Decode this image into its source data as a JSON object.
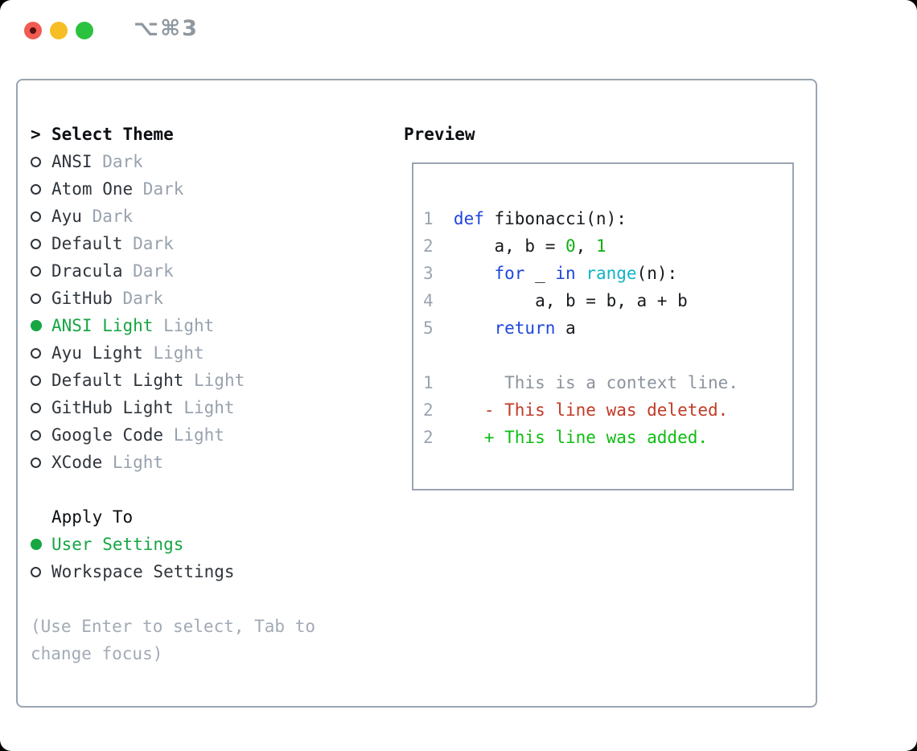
{
  "window": {
    "shortcut": "⌥⌘3"
  },
  "theme_picker": {
    "header_prefix": ">",
    "header": "Select Theme",
    "themes": [
      {
        "name": "ANSI",
        "variant": "Dark",
        "selected": false
      },
      {
        "name": "Atom One",
        "variant": "Dark",
        "selected": false
      },
      {
        "name": "Ayu",
        "variant": "Dark",
        "selected": false
      },
      {
        "name": "Default",
        "variant": "Dark",
        "selected": false
      },
      {
        "name": "Dracula",
        "variant": "Dark",
        "selected": false
      },
      {
        "name": "GitHub",
        "variant": "Dark",
        "selected": false
      },
      {
        "name": "ANSI Light",
        "variant": "Light",
        "selected": true
      },
      {
        "name": "Ayu Light",
        "variant": "Light",
        "selected": false
      },
      {
        "name": "Default Light",
        "variant": "Light",
        "selected": false
      },
      {
        "name": "GitHub Light",
        "variant": "Light",
        "selected": false
      },
      {
        "name": "Google Code",
        "variant": "Light",
        "selected": false
      },
      {
        "name": "XCode",
        "variant": "Light",
        "selected": false
      }
    ],
    "apply_to": {
      "header": "Apply To",
      "options": [
        {
          "name": "User Settings",
          "selected": true
        },
        {
          "name": "Workspace Settings",
          "selected": false
        }
      ]
    },
    "hint": "(Use Enter to select, Tab to change focus)"
  },
  "preview": {
    "title": "Preview",
    "lines": [
      {
        "num": "1",
        "tokens": [
          {
            "t": "def",
            "c": "kw"
          },
          {
            "t": " fibonacci(n):",
            "c": "pl"
          }
        ]
      },
      {
        "num": "2",
        "tokens": [
          {
            "t": "    a, b = ",
            "c": "pl"
          },
          {
            "t": "0",
            "c": "lit"
          },
          {
            "t": ", ",
            "c": "pl"
          },
          {
            "t": "1",
            "c": "lit"
          }
        ]
      },
      {
        "num": "3",
        "tokens": [
          {
            "t": "    ",
            "c": "pl"
          },
          {
            "t": "for",
            "c": "kw"
          },
          {
            "t": " _ ",
            "c": "pl"
          },
          {
            "t": "in",
            "c": "kw"
          },
          {
            "t": " ",
            "c": "pl"
          },
          {
            "t": "range",
            "c": "fn"
          },
          {
            "t": "(n):",
            "c": "pl"
          }
        ]
      },
      {
        "num": "4",
        "tokens": [
          {
            "t": "        a, b = b, a + b",
            "c": "pl"
          }
        ]
      },
      {
        "num": "5",
        "tokens": [
          {
            "t": "    ",
            "c": "pl"
          },
          {
            "t": "return",
            "c": "kw"
          },
          {
            "t": " a",
            "c": "pl"
          }
        ]
      },
      {
        "blank": true
      },
      {
        "num": "1",
        "tokens": [
          {
            "t": "     This is a context line.",
            "c": "ctx"
          }
        ]
      },
      {
        "num": "2",
        "tokens": [
          {
            "t": "   - This line was deleted.",
            "c": "del"
          }
        ]
      },
      {
        "num": "2",
        "tokens": [
          {
            "t": "   + This line was added.",
            "c": "add"
          }
        ]
      }
    ]
  },
  "colors": {
    "border": "#9aa4b0",
    "text": "#2f353c",
    "heading": "#0b0e12",
    "code_text": "#16191d",
    "muted": "#98a2ae",
    "hint": "#a2aab5",
    "green": "#17a643",
    "radio": "#2f353c",
    "keyword": "#1e46df",
    "builtin": "#12b3c6",
    "literal": "#0fae12",
    "line_number": "#9aa4b2",
    "diff_context": "#8b939d",
    "diff_deleted": "#c23a26",
    "diff_added": "#0cbe12",
    "traffic_red": "#f15b51",
    "traffic_red_dot": "#55120e",
    "traffic_yellow": "#f7bd25",
    "traffic_green": "#2bc23f",
    "shortcut": "#8f979f"
  }
}
